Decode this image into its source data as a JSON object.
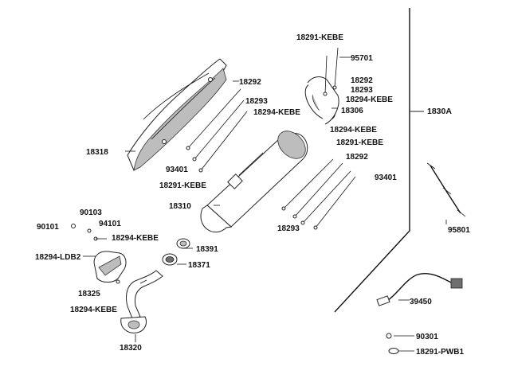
{
  "labels": {
    "l_18291_kebe_top": "18291-KEBE",
    "l_95701": "95701",
    "l_18292_top": "18292",
    "l_18293_top": "18293",
    "l_18294_kebe_top": "18294-KEBE",
    "l_18306": "18306",
    "l_1830a": "1830A",
    "l_18292_mid": "18292",
    "l_18293_mid": "18293",
    "l_18294_kebe_mid": "18294-KEBE",
    "l_18318": "18318",
    "l_93401_left": "93401",
    "l_18291_kebe_left": "18291-KEBE",
    "l_18294_kebe_r": "18294-KEBE",
    "l_18291_kebe_r": "18291-KEBE",
    "l_18292_r": "18292",
    "l_93401_r": "93401",
    "l_18310": "18310",
    "l_18293_low": "18293",
    "l_95801": "95801",
    "l_90103": "90103",
    "l_90101": "90101",
    "l_94101": "94101",
    "l_18294_kebe_l": "18294-KEBE",
    "l_18294_ldb2": "18294-LDB2",
    "l_18391": "18391",
    "l_18371": "18371",
    "l_18325": "18325",
    "l_18294_kebe_bot": "18294-KEBE",
    "l_18320": "18320",
    "l_39450": "39450",
    "l_90301": "90301",
    "l_18291_pwb1": "18291-PWB1"
  }
}
